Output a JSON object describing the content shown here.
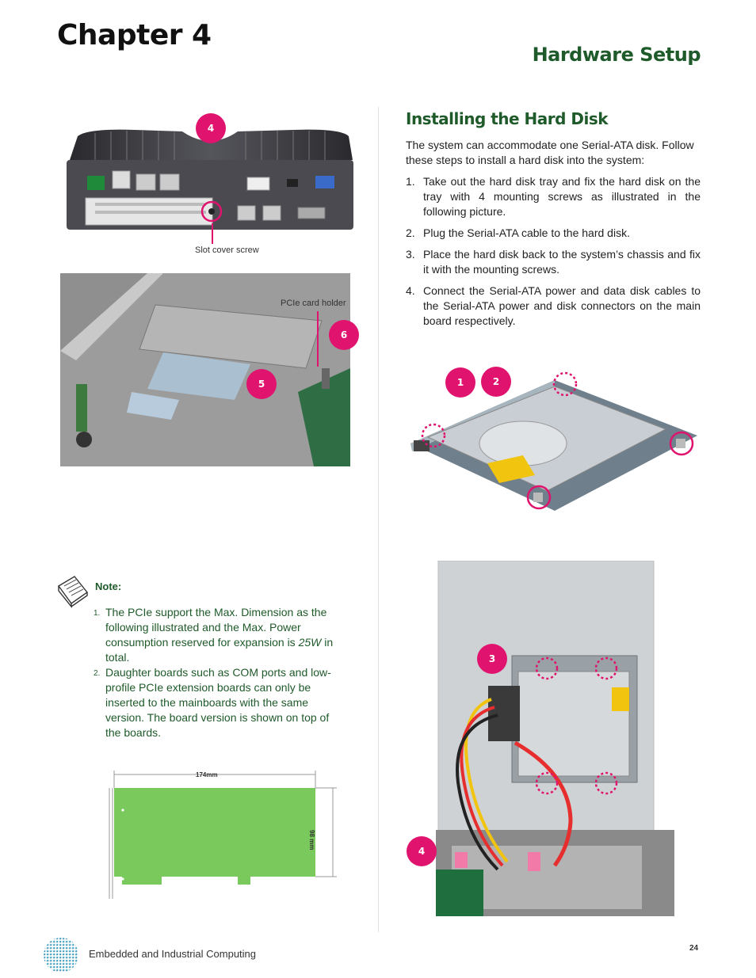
{
  "header": {
    "chapter": "Chapter 4",
    "section": "Hardware Setup"
  },
  "main": {
    "subhead": "Installing the Hard Disk",
    "intro": "The system can accommodate one Serial-ATA disk. Follow these steps to install a hard disk into the system:",
    "steps": [
      {
        "num": "1.",
        "text": "Take out the hard disk tray and fix the hard disk on the tray with 4 mounting screws as illustrated in the following picture."
      },
      {
        "num": "2.",
        "text": "Plug the Serial-ATA cable to the hard disk."
      },
      {
        "num": "3.",
        "text": "Place the hard disk back to the system’s chassis and fix it with the mounting screws."
      },
      {
        "num": "4.",
        "text": "Connect the Serial-ATA power and data disk cables to the Serial-ATA power and disk connectors on the main board respectively."
      }
    ]
  },
  "figures": {
    "front_panel": {
      "badge": "4",
      "caption": "Slot cover screw"
    },
    "pcie_holder": {
      "badge5": "5",
      "badge6": "6",
      "caption": "PCIe card holder"
    },
    "hdd_tray": {
      "badge1": "1",
      "badge2": "2"
    },
    "hdd_chassis": {
      "badge3": "3",
      "badge4": "4"
    },
    "pcie_card": {
      "width_label": "174mm",
      "height_label": "98 mm"
    }
  },
  "note": {
    "title": "Note:",
    "items": [
      {
        "num": "1.",
        "text_a": "The PCIe support the Max. Dimension as the following illustrated and the Max. Power consumption reserved for expansion is ",
        "text_em": "25W",
        "text_b": " in total."
      },
      {
        "num": "2.",
        "text": "Daughter boards such as COM ports  and low-profile PCIe extension boards can only be inserted to the mainboards with the same version. The board version is shown on top of the boards."
      }
    ]
  },
  "footer": {
    "text": "Embedded and Industrial Computing",
    "page": "24"
  },
  "colors": {
    "accent_green": "#1f5a2a",
    "badge_pink": "#e0136e",
    "pcb_green": "#7ac95d"
  }
}
